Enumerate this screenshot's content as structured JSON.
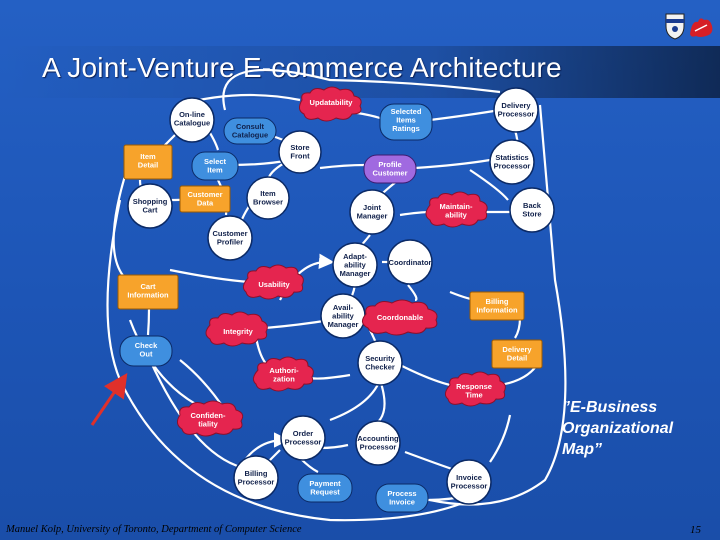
{
  "title": "A Joint-Venture E-commerce Architecture",
  "map_label": "”E-Business\nOrganizational\nMap”",
  "footer": "Manuel Kolp, University of Toronto, Department of Computer Science",
  "page_number": "15",
  "colors": {
    "background": "#1f57b8",
    "actor_fill": "#ffffff",
    "softgoal_fill": "#e5254f",
    "resource_fill": "#f7a32b",
    "goal_fill": "#3f8fdf",
    "role_fill": "#a06ae0",
    "link_color": "#ffffff",
    "arrow_red": "#e0302a"
  },
  "nodes": {
    "updatability": "Updatability",
    "online_catalogue": "On-line\nCatalogue",
    "consult_catalogue": "Consult\nCatalogue",
    "selected_items_ratings": "Selected\nItems\nRatings",
    "delivery_processor": "Delivery\nProcessor",
    "item_detail": "Item\nDetail",
    "select_item": "Select\nItem",
    "store_front": "Store\nFront",
    "profile_customer": "Profile\nCustomer",
    "statistics_processor": "Statistics\nProcessor",
    "shopping_cart": "Shopping\nCart",
    "customer_data": "Customer\nData",
    "item_browser": "Item\nBrowser",
    "joint_manager": "Joint\nManager",
    "maintainability": "Maintain-\nability",
    "back_store": "Back\nStore",
    "customer_profiler": "Customer\nProfiler",
    "adaptability_manager": "Adapt-\nability\nManager",
    "coordinator": "Coordinator",
    "cart_information": "Cart\nInformation",
    "usability": "Usability",
    "billing_information": "Billing\nInformation",
    "availability_manager": "Avail-\nability\nManager",
    "coordonable": "Coordonable",
    "integrity": "Integrity",
    "check_out": "Check\nOut",
    "delivery_detail": "Delivery\nDetail",
    "security_checker": "Security\nChecker",
    "authorization": "Authori-\nzation",
    "response_time": "Response\nTime",
    "confidentiality": "Confiden-\ntiality",
    "order_processor": "Order\nProcessor",
    "accounting_processor": "Accounting\nProcessor",
    "billing_processor": "Billing\nProcessor",
    "payment_request": "Payment\nRequest",
    "invoice_processor": "Invoice\nProcessor",
    "process_invoice": "Process\nInvoice"
  }
}
